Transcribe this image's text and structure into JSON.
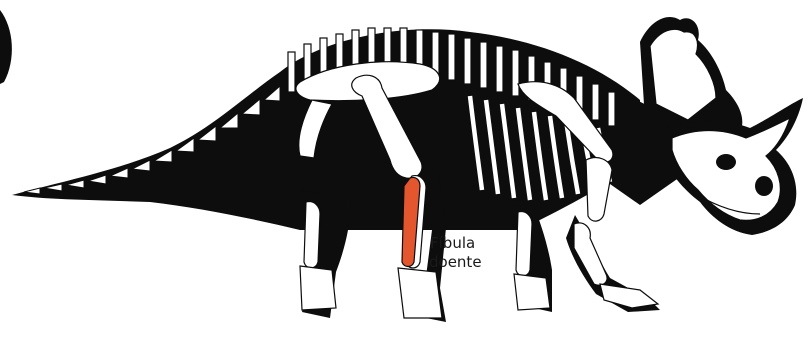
{
  "figure": {
    "subject": "dinosaur-skeleton-silhouette",
    "highlight_color": "#e4572e",
    "body_color": "#0d0d0d",
    "bone_color": "#ffffff",
    "label": {
      "line1": "Fíbula",
      "line2": "doente"
    }
  }
}
